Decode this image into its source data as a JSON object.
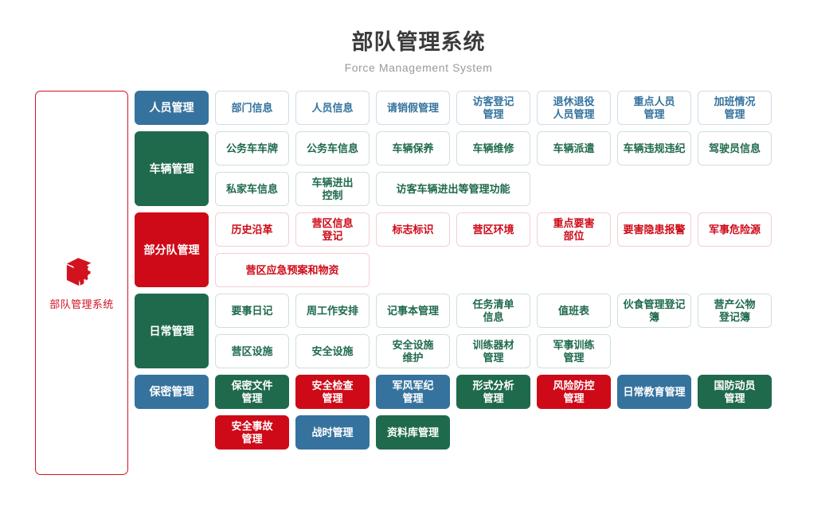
{
  "header": {
    "title": "部队管理系统",
    "subtitle": "Force Management System"
  },
  "sidebar": {
    "icon": "cube-gear-icon",
    "label": "部队管理系统",
    "color": "#d31220"
  },
  "colors": {
    "blue": "#35739e",
    "green": "#1f6a4c",
    "red": "#ce0a18",
    "title": "#3b3b3b",
    "subtitle": "#9a9a9a"
  },
  "rows": [
    {
      "category": "人员管理",
      "category_color": "blue",
      "subrows": [
        [
          {
            "label": "部门信息",
            "style": "out-blue"
          },
          {
            "label": "人员信息",
            "style": "out-blue"
          },
          {
            "label": "请销假管理",
            "style": "out-blue"
          },
          {
            "label": "访客登记\n管理",
            "style": "out-blue"
          },
          {
            "label": "退休退役\n人员管理",
            "style": "out-blue"
          },
          {
            "label": "重点人员\n管理",
            "style": "out-blue"
          },
          {
            "label": "加班情况\n管理",
            "style": "out-blue"
          }
        ]
      ]
    },
    {
      "category": "车辆管理",
      "category_color": "green",
      "subrows": [
        [
          {
            "label": "公务车车牌",
            "style": "out-green"
          },
          {
            "label": "公务车信息",
            "style": "out-green"
          },
          {
            "label": "车辆保养",
            "style": "out-green"
          },
          {
            "label": "车辆维修",
            "style": "out-green"
          },
          {
            "label": "车辆派遣",
            "style": "out-green"
          },
          {
            "label": "车辆违规违纪",
            "style": "out-green"
          },
          {
            "label": "驾驶员信息",
            "style": "out-green"
          }
        ],
        [
          {
            "label": "私家车信息",
            "style": "out-green"
          },
          {
            "label": "车辆进出\n控制",
            "style": "out-green"
          },
          {
            "label": "访客车辆进出等管理功能",
            "style": "out-green",
            "wide": true
          }
        ]
      ]
    },
    {
      "category": "部分队管理",
      "category_color": "red",
      "subrows": [
        [
          {
            "label": "历史沿革",
            "style": "out-red"
          },
          {
            "label": "营区信息\n登记",
            "style": "out-red"
          },
          {
            "label": "标志标识",
            "style": "out-red"
          },
          {
            "label": "营区环境",
            "style": "out-red"
          },
          {
            "label": "重点要害\n部位",
            "style": "out-red"
          },
          {
            "label": "要害隐患报警",
            "style": "out-red"
          },
          {
            "label": "军事危险源",
            "style": "out-red"
          }
        ],
        [
          {
            "label": "营区应急预案和物资",
            "style": "out-red",
            "wide": true
          }
        ]
      ]
    },
    {
      "category": "日常管理",
      "category_color": "green",
      "subrows": [
        [
          {
            "label": "要事日记",
            "style": "out-green"
          },
          {
            "label": "周工作安排",
            "style": "out-green"
          },
          {
            "label": "记事本管理",
            "style": "out-green"
          },
          {
            "label": "任务清单\n信息",
            "style": "out-green"
          },
          {
            "label": "值班表",
            "style": "out-green"
          },
          {
            "label": "伙食管理登记簿",
            "style": "out-green"
          },
          {
            "label": "营产公物\n登记簿",
            "style": "out-green"
          }
        ],
        [
          {
            "label": "营区设施",
            "style": "out-green"
          },
          {
            "label": "安全设施",
            "style": "out-green"
          },
          {
            "label": "安全设施\n维护",
            "style": "out-green"
          },
          {
            "label": "训练器材\n管理",
            "style": "out-green"
          },
          {
            "label": "军事训练\n管理",
            "style": "out-green"
          }
        ]
      ]
    },
    {
      "category": "保密管理",
      "category_color": "blue",
      "subrows": [
        [
          {
            "label": "保密文件\n管理",
            "style": "fill-green"
          },
          {
            "label": "安全检查\n管理",
            "style": "fill-red"
          },
          {
            "label": "军风军纪\n管理",
            "style": "fill-blue"
          },
          {
            "label": "形式分析\n管理",
            "style": "fill-green"
          },
          {
            "label": "风险防控\n管理",
            "style": "fill-red"
          },
          {
            "label": "日常教育管理",
            "style": "fill-blue"
          },
          {
            "label": "国防动员\n管理",
            "style": "fill-green"
          }
        ]
      ]
    },
    {
      "category": null,
      "category_color": null,
      "subrows": [
        [
          {
            "label": "安全事故\n管理",
            "style": "fill-red"
          },
          {
            "label": "战时管理",
            "style": "fill-blue"
          },
          {
            "label": "资料库管理",
            "style": "fill-green"
          }
        ]
      ]
    }
  ]
}
